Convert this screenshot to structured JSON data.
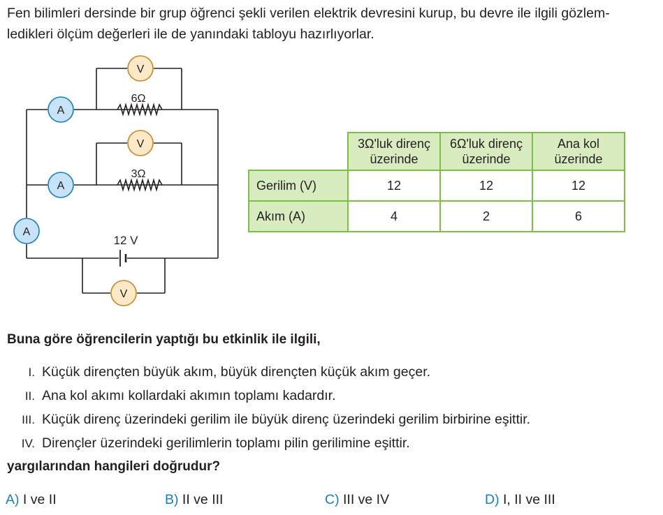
{
  "intro_lines": [
    "Fen bilimleri dersinde bir grup öğrenci şekli verilen elektrik devresini kurup, bu devre ile ilgili gözlem-",
    "ledikleri ölçüm değerleri ile de yanındaki tabloyu hazırlıyorlar."
  ],
  "circuit": {
    "ammeter_symbol": "A",
    "voltmeter_symbol": "V",
    "resistor_top": "6Ω",
    "resistor_middle": "3Ω",
    "battery": "12 V"
  },
  "table": {
    "headers": [
      "3Ω'luk direnç üzerinde",
      "6Ω'luk direnç üzerinde",
      "Ana kol üzerinde"
    ],
    "rows": [
      {
        "label": "Gerilim (V)",
        "values": [
          "12",
          "12",
          "12"
        ]
      },
      {
        "label": "Akım (A)",
        "values": [
          "4",
          "2",
          "6"
        ]
      }
    ]
  },
  "question": "Buna göre öğrencilerin yaptığı bu etkinlik ile ilgili,",
  "statements": [
    {
      "num": "I.",
      "text": "Küçük dirençten büyük akım, büyük dirençten küçük akım geçer."
    },
    {
      "num": "II.",
      "text": "Ana kol akımı kollardaki akımın toplamı kadardır."
    },
    {
      "num": "III.",
      "text": "Küçük direnç üzerindeki gerilim ile büyük direnç üzerindeki gerilim birbirine eşittir."
    },
    {
      "num": "IV.",
      "text": "Dirençler üzerindeki gerilimlerin toplamı pilin gerilimine eşittir."
    }
  ],
  "closing": "yargılarından hangileri doğrudur?",
  "options": [
    {
      "letter": "A)",
      "text": "I ve II"
    },
    {
      "letter": "B)",
      "text": "II ve III"
    },
    {
      "letter": "C)",
      "text": "III ve IV"
    },
    {
      "letter": "D)",
      "text": "I, II ve III"
    }
  ],
  "colors": {
    "ammeter_fill": "#c7e3f7",
    "ammeter_stroke": "#1a7cc1",
    "voltmeter_fill": "#fde8c8",
    "voltmeter_stroke": "#c8862a",
    "table_border": "#7ac143",
    "table_header_fill": "#d8ecc0",
    "option_letter": "#1a7cc1"
  }
}
